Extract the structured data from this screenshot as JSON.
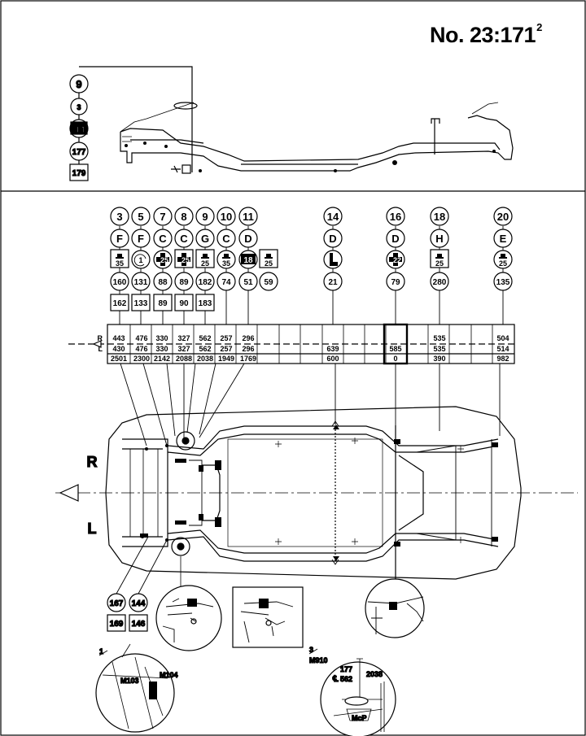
{
  "title": {
    "main": "No. 23:171",
    "sup": "2"
  },
  "top_callout": {
    "ref": "9",
    "sub": "3",
    "icon_value": "14",
    "circle_value": "177",
    "box_value": "179"
  },
  "columns": [
    {
      "ref": "3",
      "letter": "F",
      "spec": "35",
      "spec_icon": "jack-pad-icon",
      "circle": "160",
      "box": "162"
    },
    {
      "ref": "5",
      "letter": "F",
      "spec": "1",
      "spec_icon": "note-circle-icon",
      "circle": "131",
      "box": "133"
    },
    {
      "ref": "7",
      "letter": "C",
      "spec": "25",
      "spec_icon": "cross-bolt-icon",
      "circle": "88",
      "box": "89"
    },
    {
      "ref": "8",
      "letter": "C",
      "spec": "25",
      "spec_icon": "cross-bolt-icon",
      "circle": "89",
      "box": "90"
    },
    {
      "ref": "9",
      "letter": "G",
      "spec": "25",
      "spec_icon": "jack-pad-icon",
      "circle": "182",
      "box": "183"
    },
    {
      "ref": "10",
      "letter": "C",
      "spec": "35",
      "spec_icon": "jack-pad-icon",
      "circle": "74",
      "box": ""
    },
    {
      "ref": "11",
      "letter": "D",
      "spec": "18",
      "spec_icon": "bolt-head-icon",
      "circle": "51",
      "box": ""
    },
    {
      "ref": "",
      "letter": "",
      "spec": "25",
      "spec_icon": "jack-pad-icon",
      "circle": "59",
      "box": ""
    },
    {
      "ref": "14",
      "letter": "D",
      "spec": "",
      "spec_icon": "l-bracket-icon",
      "circle": "21",
      "box": ""
    },
    {
      "ref": "16",
      "letter": "D",
      "spec": "22",
      "spec_icon": "cross-bolt-icon",
      "circle": "79",
      "box": ""
    },
    {
      "ref": "18",
      "letter": "H",
      "spec": "25",
      "spec_icon": "jack-pad-icon",
      "circle": "280",
      "box": ""
    },
    {
      "ref": "20",
      "letter": "E",
      "spec": "25",
      "spec_icon": "jack-pad-icon",
      "circle": "135",
      "box": ""
    }
  ],
  "measure_table": {
    "row_labels": {
      "right": "R",
      "left": "L"
    },
    "right_values": [
      "443",
      "476",
      "330",
      "327",
      "562",
      "257",
      "296",
      "639",
      "585",
      "535",
      "504"
    ],
    "left_values": [
      "430",
      "476",
      "330",
      "327",
      "562",
      "257",
      "296",
      "639",
      "585",
      "535",
      "514"
    ],
    "bottom_values": [
      "2501",
      "2300",
      "2142",
      "2088",
      "2038",
      "1949",
      "1769",
      "600",
      "0",
      "390",
      "982"
    ]
  },
  "side_labels": {
    "right": "R",
    "left": "L"
  },
  "bottom_callouts": [
    {
      "circle": "167",
      "box": "169"
    },
    {
      "circle": "144",
      "box": "146"
    }
  ],
  "detail_notes": {
    "note1_ref": "1",
    "note1_a": "M103",
    "note1_b": "M104",
    "note3_ref": "3",
    "note3_code": "M910",
    "detail_177": "177",
    "detail_562": "562",
    "detail_2038": "2038",
    "detail_mcp": "McP",
    "cl_symbol": "℄"
  }
}
